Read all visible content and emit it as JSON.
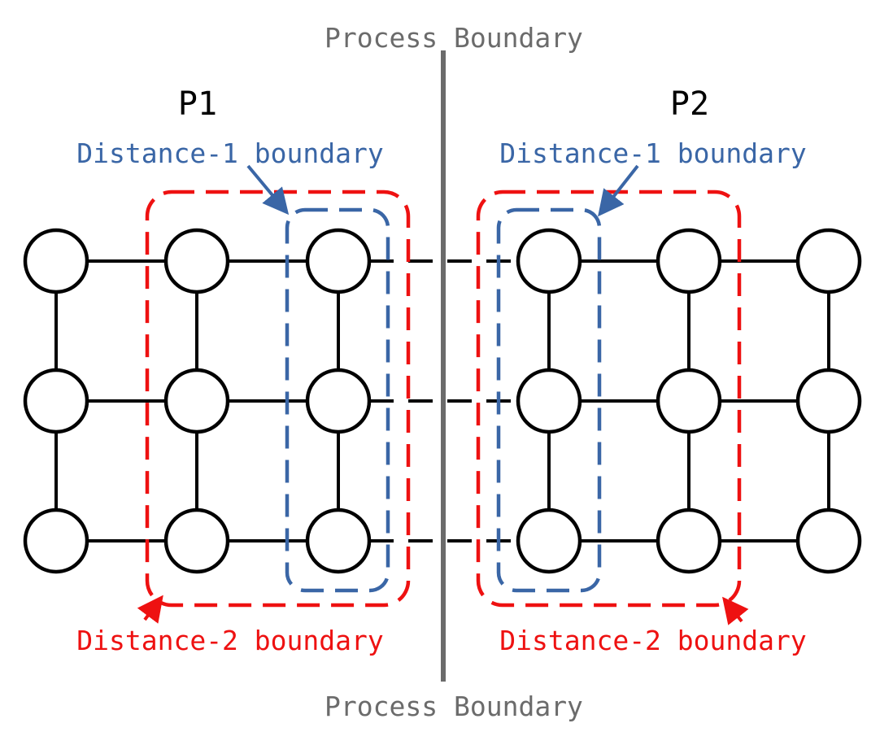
{
  "labels": {
    "process_boundary_top": "Process Boundary",
    "process_boundary_bottom": "Process Boundary",
    "p1": "P1",
    "p2": "P2",
    "d1_left": "Distance-1 boundary",
    "d1_right": "Distance-1 boundary",
    "d2_left": "Distance-2 boundary",
    "d2_right": "Distance-2 boundary"
  },
  "colors": {
    "process_line": "#6b6b6b",
    "distance1": "#3a66a6",
    "distance2": "#ee1111",
    "node_stroke": "#000000",
    "edge": "#000000"
  },
  "graph": {
    "rows": 3,
    "p1_columns": 3,
    "p2_columns": 3
  }
}
